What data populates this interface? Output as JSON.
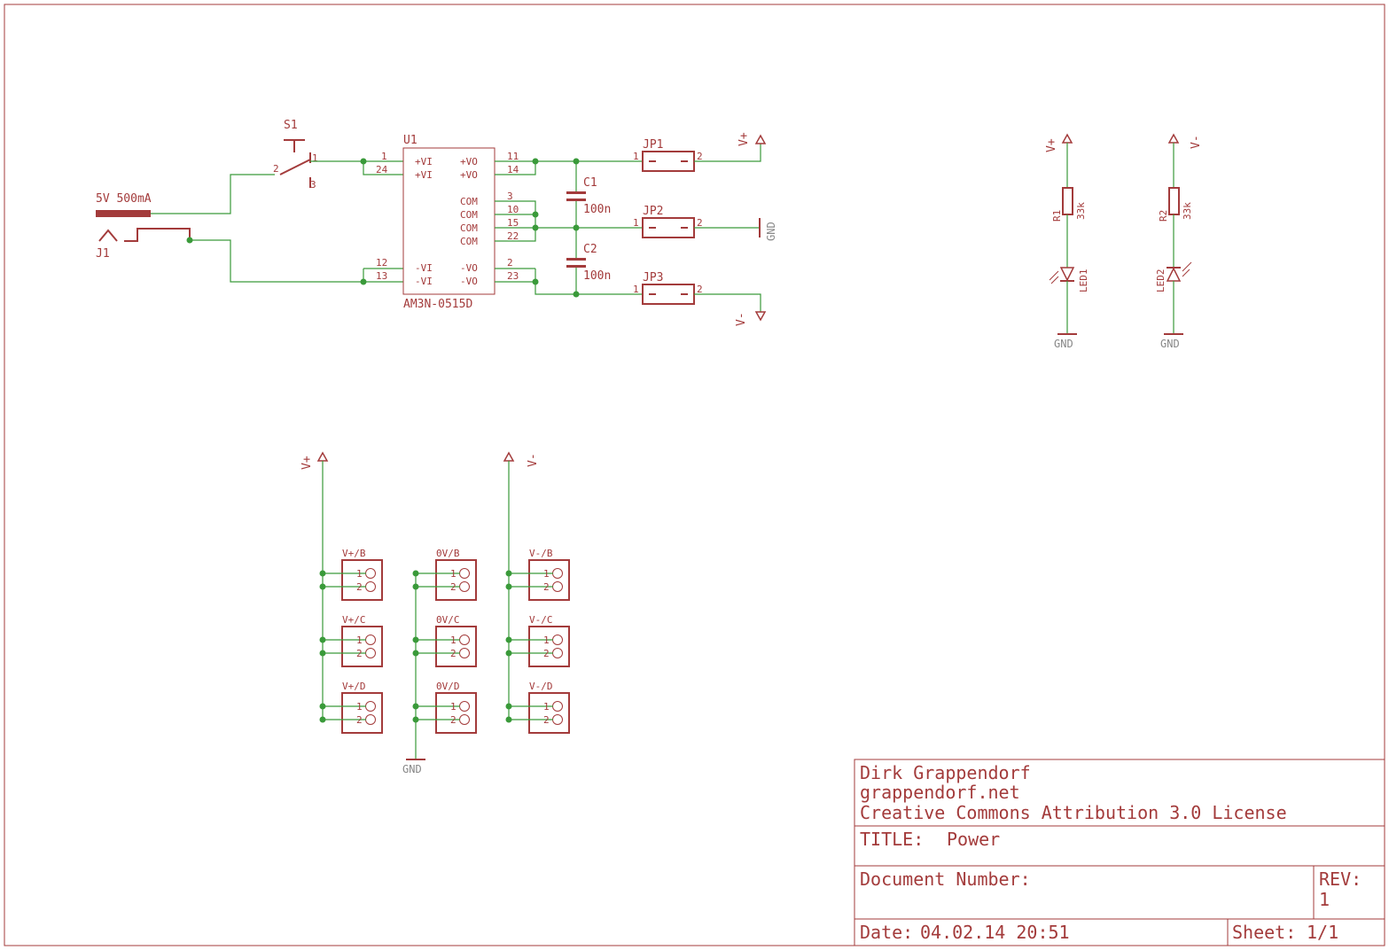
{
  "power_jack": {
    "ref": "J1",
    "value": "5V 500mA"
  },
  "switch": {
    "ref": "S1",
    "pins": [
      "1",
      "2",
      "3"
    ]
  },
  "converter": {
    "ref": "U1",
    "value": "AM3N-0515D",
    "pin_labels_left": [
      "+VI",
      "+VI",
      "-VI",
      "-VI"
    ],
    "pin_numbers_left": [
      "1",
      "24",
      "12",
      "13"
    ],
    "pin_labels_right": [
      "+VO",
      "+VO",
      "COM",
      "COM",
      "COM",
      "COM",
      "-VO",
      "-VO"
    ],
    "pin_numbers_right": [
      "11",
      "14",
      "3",
      "10",
      "15",
      "22",
      "2",
      "23"
    ]
  },
  "capacitors": [
    {
      "ref": "C1",
      "value": "100n"
    },
    {
      "ref": "C2",
      "value": "100n"
    }
  ],
  "jumpers": [
    {
      "ref": "JP1",
      "pin1": "1",
      "pin2": "2"
    },
    {
      "ref": "JP2",
      "pin1": "1",
      "pin2": "2"
    },
    {
      "ref": "JP3",
      "pin1": "1",
      "pin2": "2"
    }
  ],
  "rails": {
    "v_plus": "V+",
    "v_minus": "V-",
    "gnd": "GND"
  },
  "indicators": [
    {
      "resistor": "R1",
      "value": "33k",
      "led": "LED1",
      "supply": "V+",
      "gnd": "GND"
    },
    {
      "resistor": "R2",
      "value": "33k",
      "led": "LED2",
      "supply": "V-",
      "gnd": "GND"
    }
  ],
  "terminals": [
    {
      "name": "V+/B",
      "pins": [
        "1",
        "2"
      ]
    },
    {
      "name": "V+/C",
      "pins": [
        "1",
        "2"
      ]
    },
    {
      "name": "V+/D",
      "pins": [
        "1",
        "2"
      ]
    },
    {
      "name": "0V/B",
      "pins": [
        "1",
        "2"
      ]
    },
    {
      "name": "0V/C",
      "pins": [
        "1",
        "2"
      ]
    },
    {
      "name": "0V/D",
      "pins": [
        "1",
        "2"
      ]
    },
    {
      "name": "V-/B",
      "pins": [
        "1",
        "2"
      ]
    },
    {
      "name": "V-/C",
      "pins": [
        "1",
        "2"
      ]
    },
    {
      "name": "V-/D",
      "pins": [
        "1",
        "2"
      ]
    }
  ],
  "title_block": {
    "author": "Dirk Grappendorf",
    "website": "grappendorf.net",
    "license": "Creative Commons Attribution 3.0 License",
    "title_label": "TITLE:",
    "title": "Power",
    "doc_number_label": "Document Number:",
    "rev_label": "REV:",
    "rev": "1",
    "date_label": "Date:",
    "date": "04.02.14 20:51",
    "sheet_label": "Sheet:",
    "sheet": "1/1"
  },
  "colors": {
    "symbol": "#a33b3b",
    "wire": "#3a9a3a",
    "ground_label": "#888888",
    "background": "#ffffff"
  }
}
